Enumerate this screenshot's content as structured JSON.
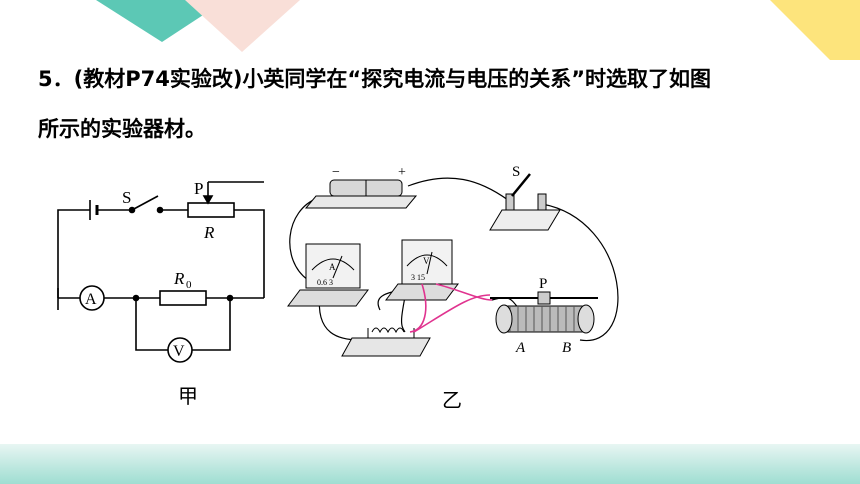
{
  "question": {
    "number": "5．",
    "source": "(教材P74实验改)",
    "line1_rest": "小英同学在“探究电流与电压的关系”时选取了如图",
    "line2": "所示的实验器材。"
  },
  "diagram_jia": {
    "switch_label": "S",
    "slider_label": "P",
    "rheostat_label": "R",
    "resistor_label": "R",
    "resistor_subscript": "0",
    "ammeter_symbol": "A",
    "voltmeter_symbol": "V",
    "caption": "甲"
  },
  "diagram_yi": {
    "battery_minus": "−",
    "battery_plus": "+",
    "switch_label": "S",
    "slider_label": "P",
    "terminal_a": "A",
    "terminal_b": "B",
    "ammeter_letter": "A",
    "ammeter_scale": "0.6 3",
    "voltmeter_letter": "V",
    "voltmeter_scale": "3 15",
    "caption": "乙"
  },
  "colors": {
    "teal": "#5cc8b5",
    "pink": "#f8ddd6",
    "yellow": "#fde47c",
    "magenta_wire": "#e0338f"
  }
}
